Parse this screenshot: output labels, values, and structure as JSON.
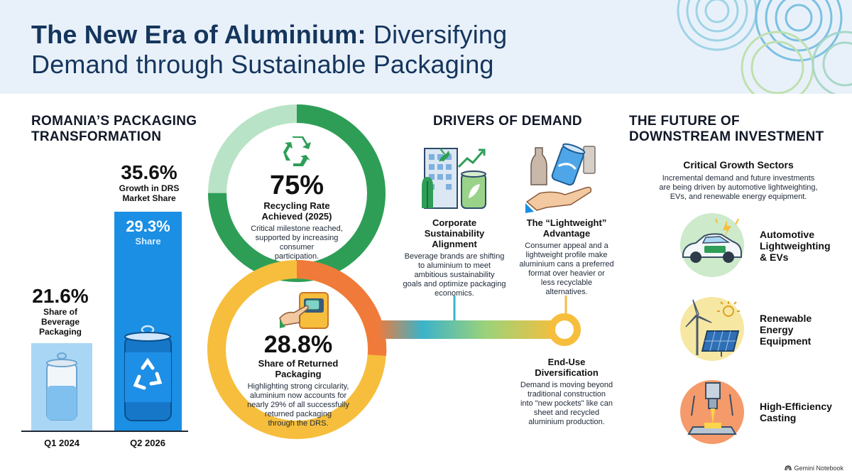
{
  "header": {
    "title_bold": "The New Era of Aluminium:",
    "title_light_1": " Diversifying",
    "title_light_2": "Demand through Sustainable Packaging"
  },
  "romania": {
    "heading_line1": "ROMANIA’S PACKAGING",
    "heading_line2": "TRANSFORMATION",
    "growth_pct": "35.6%",
    "growth_label_1": "Growth in DRS",
    "growth_label_2": "Market Share",
    "share_pct": "29.3%",
    "share_label": "Share",
    "bev_pct": "21.6%",
    "bev_label_1": "Share of",
    "bev_label_2": "Beverage",
    "bev_label_3": "Packaging",
    "q1": "Q1 2024",
    "q2": "Q2 2026",
    "bar_q1_share": 21.6,
    "bar_q2_share": 29.3
  },
  "recycling": {
    "pct": "75%",
    "label_1": "Recycling Rate",
    "label_2": "Achieved (2025)",
    "desc_1": "Critical milestone reached,",
    "desc_2": "supported by increasing",
    "desc_3": "consumer",
    "desc_4": "participation.",
    "ring_fraction": 0.75
  },
  "returned": {
    "pct": "28.8%",
    "label_1": "Share of Returned",
    "label_2": "Packaging",
    "desc_1": "Highlighting strong circularity,",
    "desc_2": "aluminium now accounts for",
    "desc_3": "nearly 29% of all successfully",
    "desc_4": "returned packaging",
    "desc_5": "through the DRS."
  },
  "drivers": {
    "heading": "DRIVERS OF DEMAND",
    "corp_title_1": "Corporate",
    "corp_title_2": "Sustainability",
    "corp_title_3": "Alignment",
    "corp_desc_1": "Beverage brands are shifting",
    "corp_desc_2": "to aluminium to meet",
    "corp_desc_3": "ambitious sustainability",
    "corp_desc_4": "goals and optimize packaging",
    "corp_desc_5": "economics.",
    "light_title_1": "The “Lightweight”",
    "light_title_2": "Advantage",
    "light_desc_1": "Consumer appeal and a",
    "light_desc_2": "lightweight profile make",
    "light_desc_3": "aluminium cans a preferred",
    "light_desc_4": "format over heavier or",
    "light_desc_5": "less recyclable",
    "light_desc_6": "alternatives.",
    "end_title_1": "End-Use",
    "end_title_2": "Diversification",
    "end_desc_1": "Demand is moving beyond",
    "end_desc_2": "traditional construction",
    "end_desc_3": "into \"new pockets\" like can",
    "end_desc_4": "sheet and recycled",
    "end_desc_5": "aluminium production."
  },
  "future": {
    "heading_1": "THE FUTURE OF",
    "heading_2": "DOWNSTREAM INVESTMENT",
    "sub": "Critical Growth Sectors",
    "desc_1": "Incremental demand and future investments",
    "desc_2": "are being driven by automotive lightweighting,",
    "desc_3": "EVs, and renewable energy equipment.",
    "s1_1": "Automotive",
    "s1_2": "Lightweighting",
    "s1_3": "& EVs",
    "s2_1": "Renewable",
    "s2_2": "Energy",
    "s2_3": "Equipment",
    "s3_1": "High-Efficiency",
    "s3_2": "Casting"
  },
  "footer": {
    "badge": "Gemini Notebook"
  },
  "colors": {
    "navy": "#15355c",
    "green": "#2e9e57",
    "blue": "#1a8fe3",
    "light_blue": "#a9d6f5",
    "orange": "#f07a3a",
    "yellow": "#f6be3c",
    "teal": "#3bb3c9"
  },
  "icons": [
    "recycle-icon",
    "can-icon",
    "hand-can-icon",
    "building-icon",
    "hand-bottles-icon",
    "car-icon",
    "wind-solar-icon",
    "casting-icon",
    "gemini-icon"
  ]
}
